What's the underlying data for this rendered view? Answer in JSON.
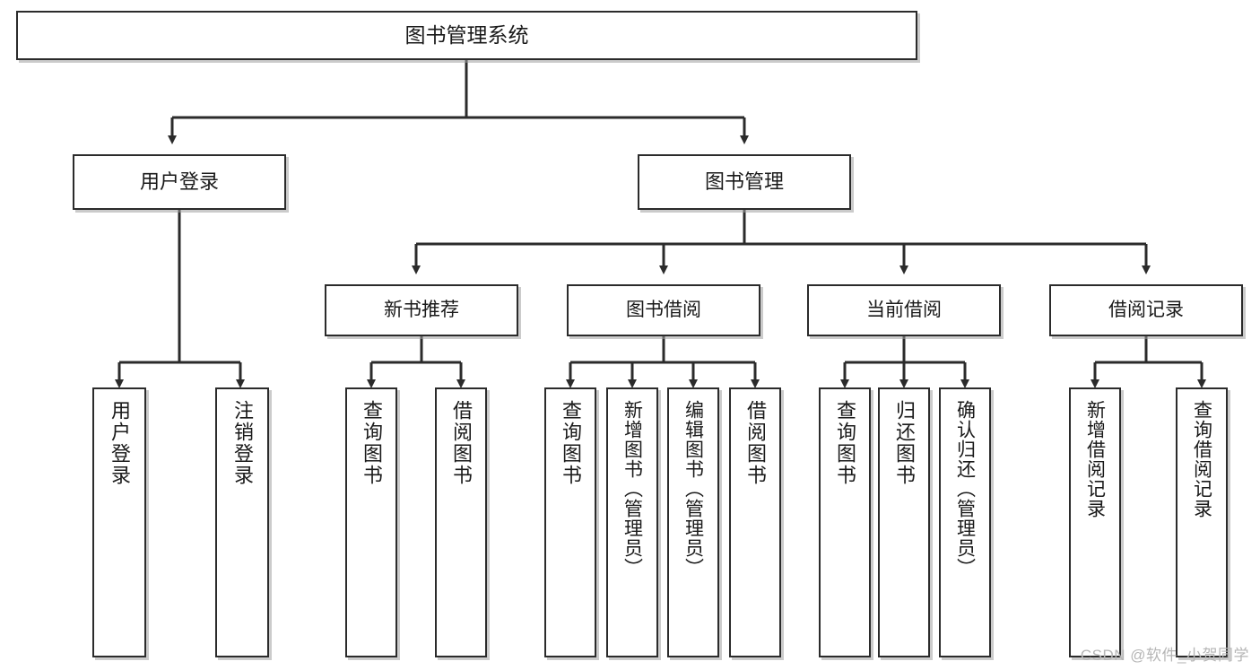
{
  "diagram": {
    "title": "图书管理系统",
    "type": "tree",
    "watermark": "CSDN @软件_小贺同学",
    "colors": {
      "border": "#2b2b2b",
      "fill": "#ffffff",
      "edge": "#2b2b2b",
      "watermark": "#b6b6b6"
    },
    "nodes": {
      "root": {
        "label": "图书管理系统"
      },
      "level2": [
        {
          "id": "user_login",
          "label": "用户登录"
        },
        {
          "id": "book_mgmt",
          "label": "图书管理"
        }
      ],
      "level3": [
        {
          "id": "new_book_rec",
          "label": "新书推荐"
        },
        {
          "id": "book_borrow",
          "label": "图书借阅"
        },
        {
          "id": "current_borrow",
          "label": "当前借阅"
        },
        {
          "id": "borrow_record",
          "label": "借阅记录"
        }
      ],
      "leaves": {
        "user_login": [
          {
            "id": "leaf_user_login",
            "label": "用户登录"
          },
          {
            "id": "leaf_logout",
            "label": "注销登录"
          }
        ],
        "new_book_rec": [
          {
            "id": "leaf_query_book_1",
            "label": "查询图书"
          },
          {
            "id": "leaf_borrow_book_1",
            "label": "借阅图书"
          }
        ],
        "book_borrow": [
          {
            "id": "leaf_query_book_2",
            "label": "查询图书"
          },
          {
            "id": "leaf_add_book",
            "label": "新增图书（管理员）"
          },
          {
            "id": "leaf_edit_book",
            "label": "编辑图书（管理员）"
          },
          {
            "id": "leaf_borrow_book_2",
            "label": "借阅图书"
          }
        ],
        "current_borrow": [
          {
            "id": "leaf_query_book_3",
            "label": "查询图书"
          },
          {
            "id": "leaf_return_book",
            "label": "归还图书"
          },
          {
            "id": "leaf_confirm_return",
            "label": "确认归还（管理员）"
          }
        ],
        "borrow_record": [
          {
            "id": "leaf_add_record",
            "label": "新增借阅记录"
          },
          {
            "id": "leaf_query_record",
            "label": "查询借阅记录"
          }
        ]
      }
    }
  }
}
